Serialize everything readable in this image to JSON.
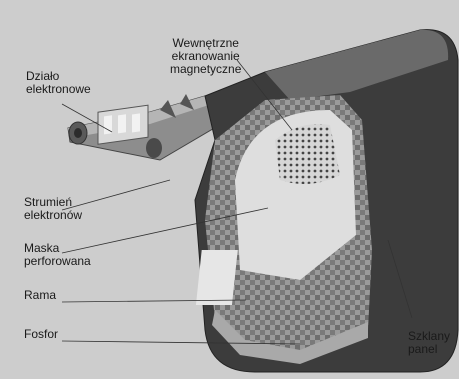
{
  "labels": {
    "wewnetrzne": "Wewnętrzne\nekranowanie\nmagnetyczne",
    "dzialo": "Działo\nelektronowe",
    "strumien": "Strumień\nelektronów",
    "maska": "Maska\nperforowana",
    "rama": "Rama",
    "fosfor": "Fosfor",
    "szklany": "Szklany\npanel"
  },
  "colors": {
    "background": "#cdcdcd",
    "housing": "#3c3c3c",
    "housing_light": "#8a8a8a",
    "inner": "#d8d8d8",
    "mesh": "#777777"
  }
}
